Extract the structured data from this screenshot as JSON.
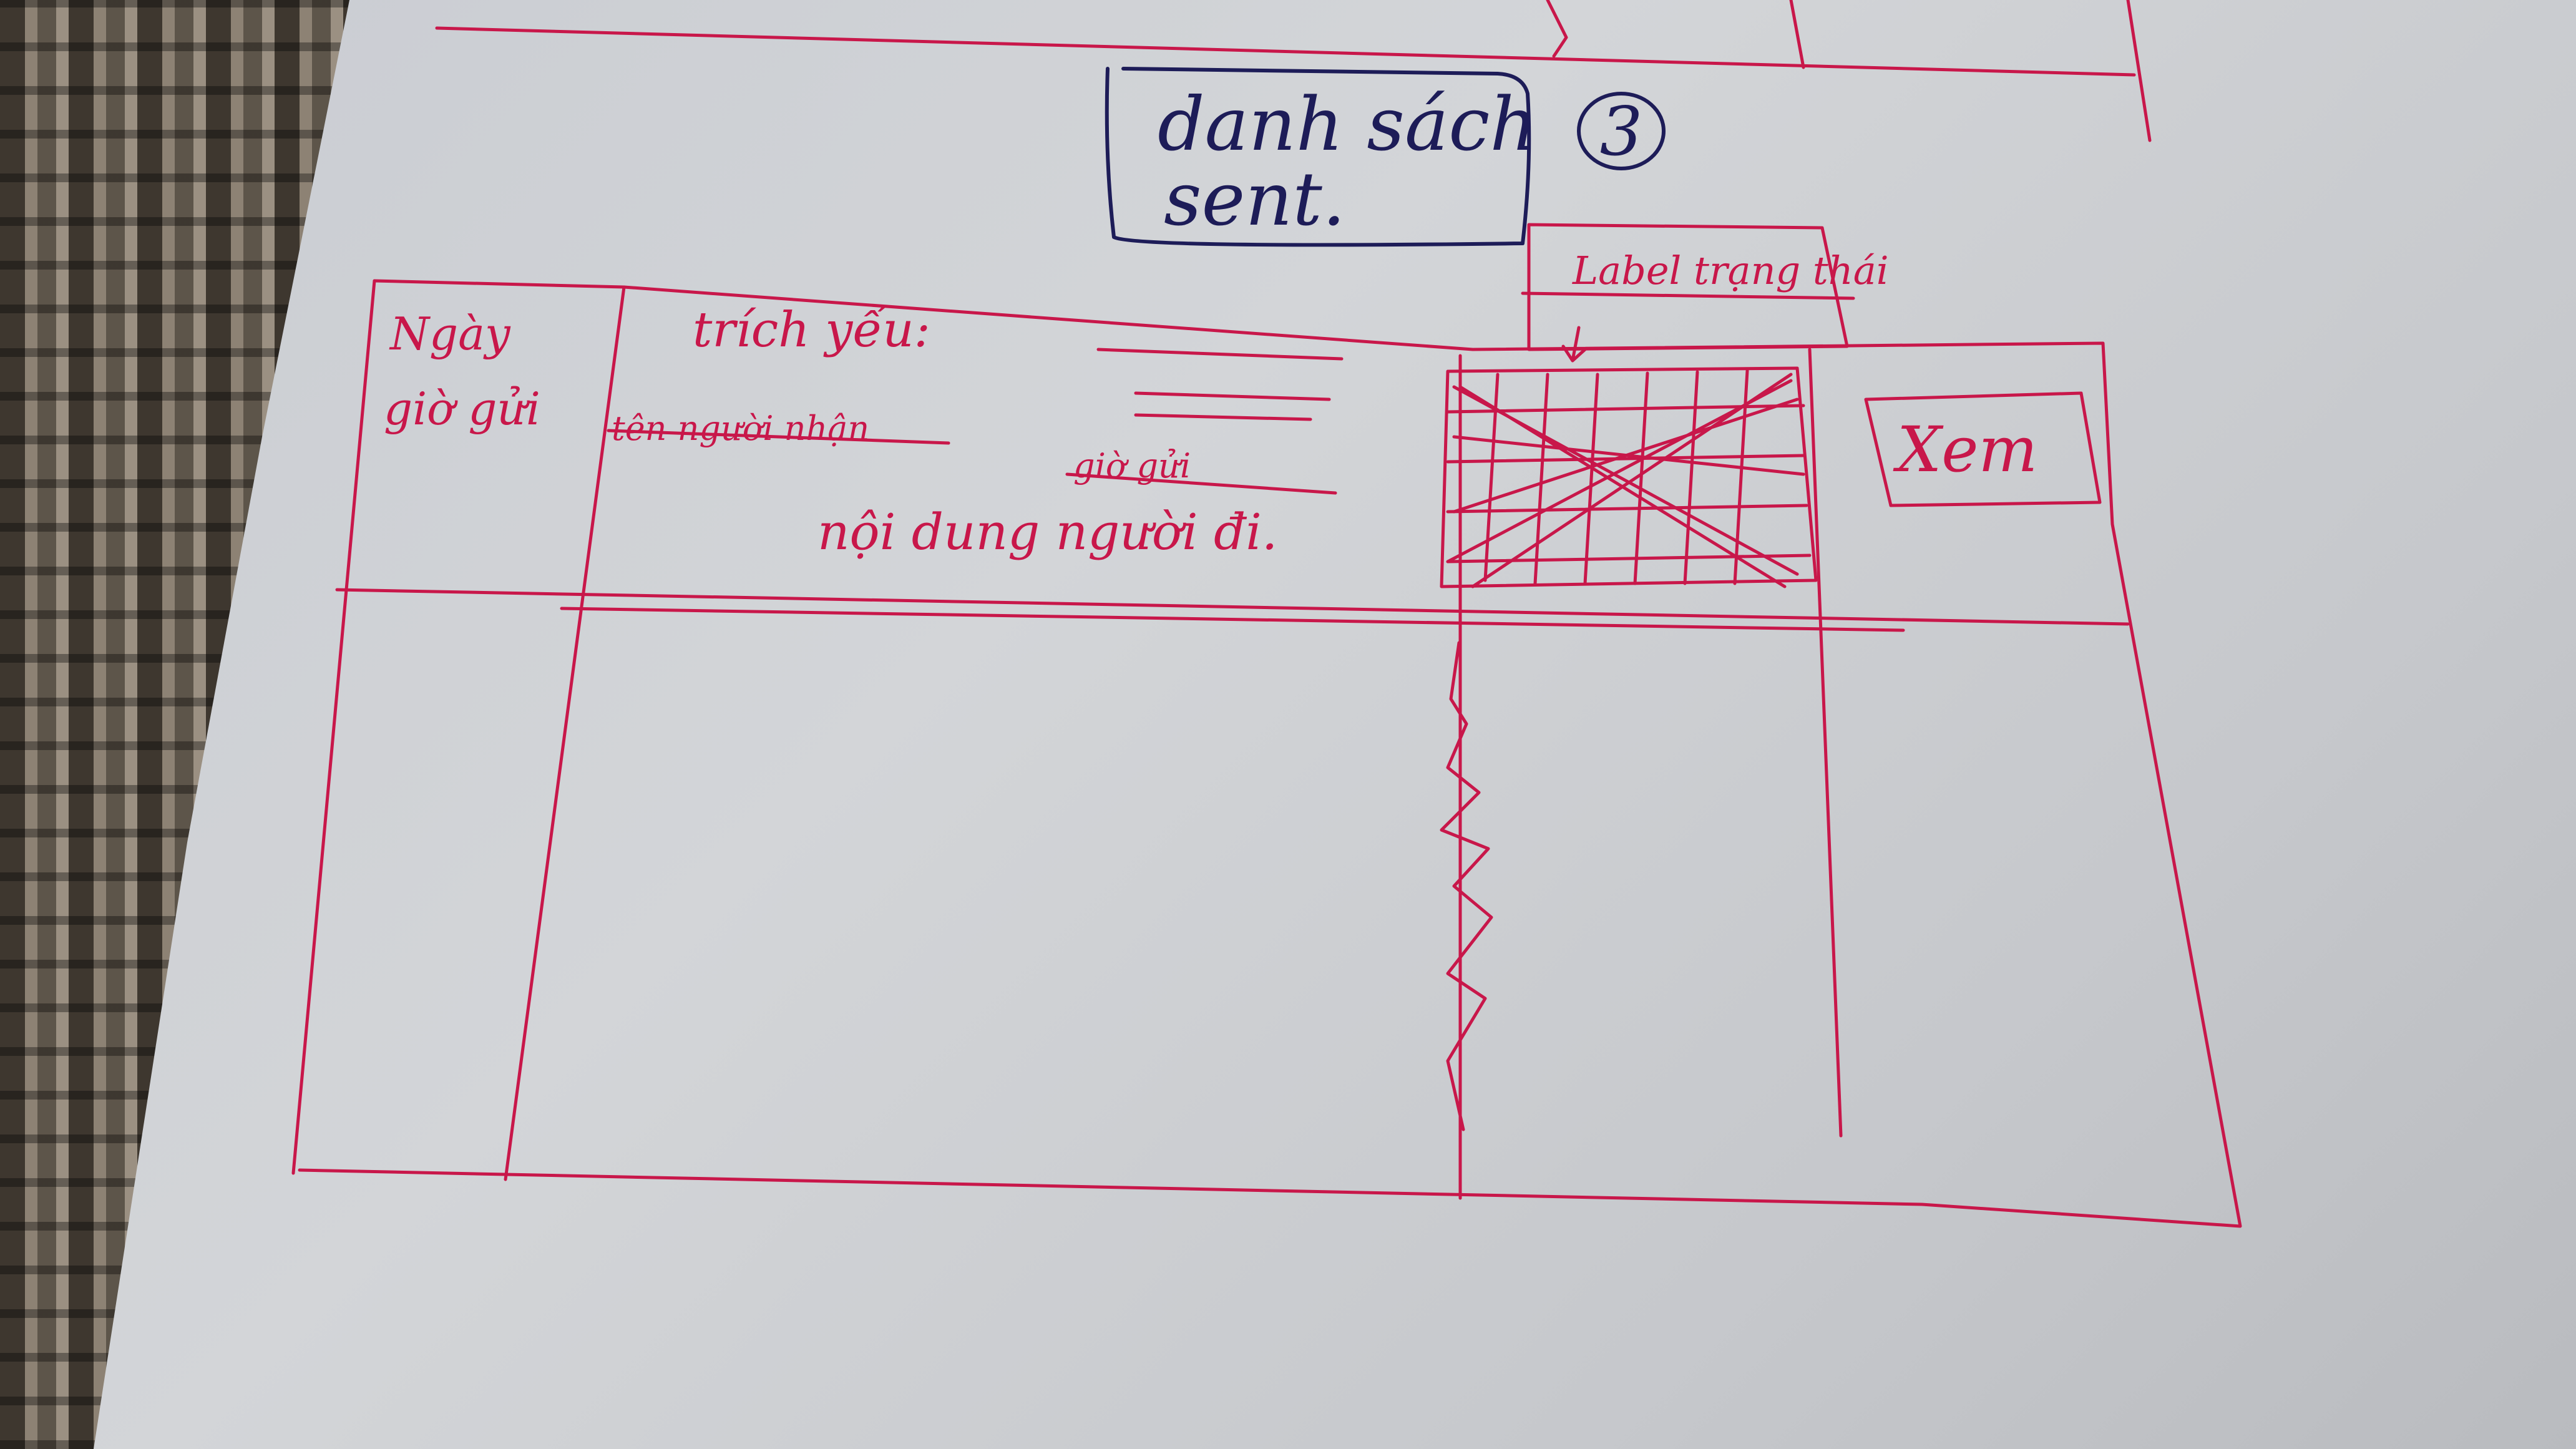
{
  "sketch": {
    "title_box": {
      "line1": "danh sách",
      "line2": "sent."
    },
    "step_number": "3",
    "callout_label": "Label trạng thái",
    "table": {
      "col_date_line1": "Ngày",
      "col_date_line2": "giờ gửi",
      "col_summary_heading": "trích yếu:",
      "strike_receiver": "tên người nhận",
      "strike_sent_time": "giờ gửi",
      "content_text": "nội dung người đi.",
      "view_button": "Xem"
    }
  },
  "colors": {
    "ink_red": "#c8174a",
    "ink_blue": "#1d1c58",
    "paper": "#d0d2d6"
  }
}
